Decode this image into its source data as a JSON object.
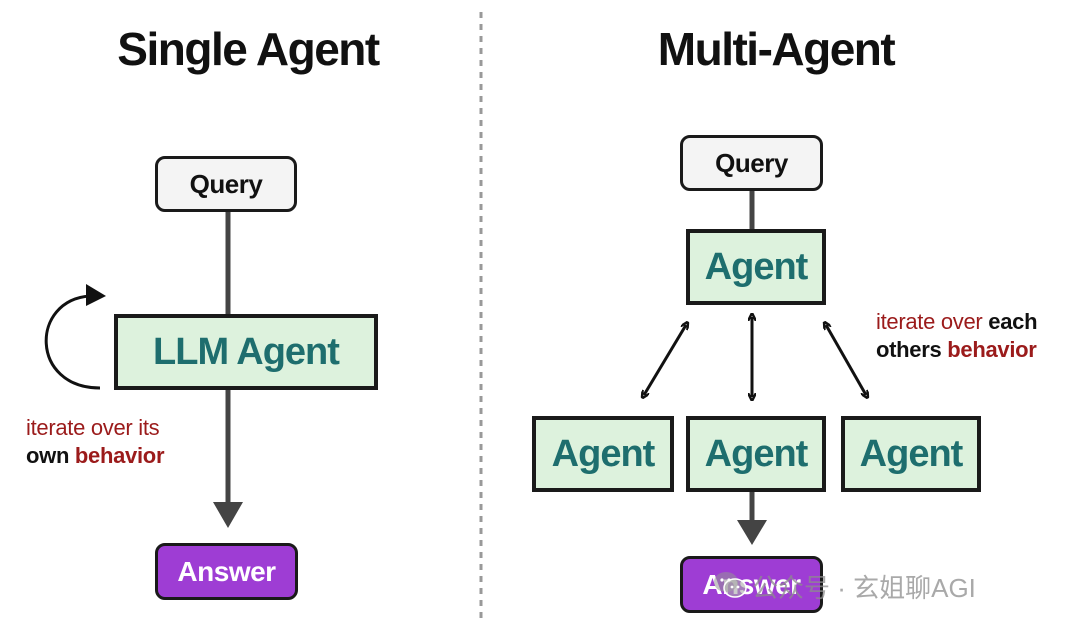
{
  "left": {
    "title": "Single Agent",
    "query_label": "Query",
    "agent_label": "LLM Agent",
    "answer_label": "Answer",
    "note": {
      "line1": "iterate over its",
      "line2_a": "own",
      "line2_b": "behavior"
    }
  },
  "right": {
    "title": "Multi-Agent",
    "query_label": "Query",
    "top_agent_label": "Agent",
    "agents": [
      "Agent",
      "Agent",
      "Agent"
    ],
    "answer_label": "Answer",
    "note": {
      "line1_a": "iterate over",
      "line1_b": "each",
      "line2_a": "others",
      "line2_b": "behavior"
    }
  },
  "watermark": {
    "text": "公众号 · 玄姐聊AGI",
    "icon": "wechat-icon"
  },
  "colors": {
    "query_fill": "#f4f4f4",
    "agent_fill": "#ddf2dd",
    "agent_text": "#1e6e6e",
    "answer_fill": "#9e3dd4",
    "note_red": "#9b1b1b",
    "line": "#444444"
  }
}
